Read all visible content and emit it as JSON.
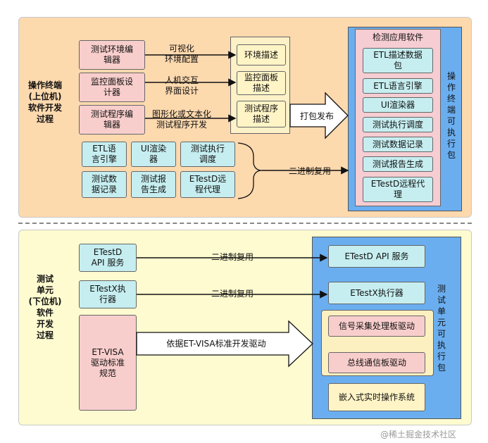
{
  "top": {
    "section_label": "操作终端\n(上位机)\n软件开发\n过程",
    "editors": [
      "测试环境编\n辑器",
      "监控面板设\n计器",
      "测试程序编\n辑器"
    ],
    "edge_labels": [
      "可视化\n环境配置",
      "人机交互\n界面设计",
      "图形化或文本化\n测试程序开发"
    ],
    "descriptions": [
      "环境描述",
      "监控面板\n描述",
      "测试程序\n描述"
    ],
    "modules": [
      "ETL语\n言引擎",
      "UI渲染\n器",
      "测试执行\n调度",
      "测试数\n据记录",
      "测试报\n告生成",
      "ETestD远\n程代理"
    ],
    "reuse_label": "二进制复用",
    "pack_label": "打包发布",
    "package": {
      "title": "检测应用软件",
      "side_label": "操\n作\n终\n端\n可\n执\n行\n包",
      "items": [
        "ETL描述数据\n包",
        "ETL语言引擎",
        "UI渲染器",
        "测试执行调度",
        "测试数据记录",
        "测试报告生成",
        "ETestD远程代\n理"
      ]
    }
  },
  "bottom": {
    "section_label": "测试\n单元\n(下位机)\n软件\n开发\n过程",
    "left_boxes": [
      "ETestD\nAPI 服务",
      "ETestX执\n行器",
      "ET-VISA\n驱动标准\n规范"
    ],
    "edge_labels": [
      "二进制复用",
      "二进制复用",
      "依据ET-VISA标准开发驱动"
    ],
    "package": {
      "side_label": "测\n试\n单\n元\n可\n执\n行\n包",
      "items": [
        "ETestD API 服务",
        "ETestX执行器",
        "信号采集处理板驱动",
        "总线通信板驱动",
        "嵌入式实时操作系统"
      ]
    }
  },
  "watermark": "@稀土掘金技术社区"
}
